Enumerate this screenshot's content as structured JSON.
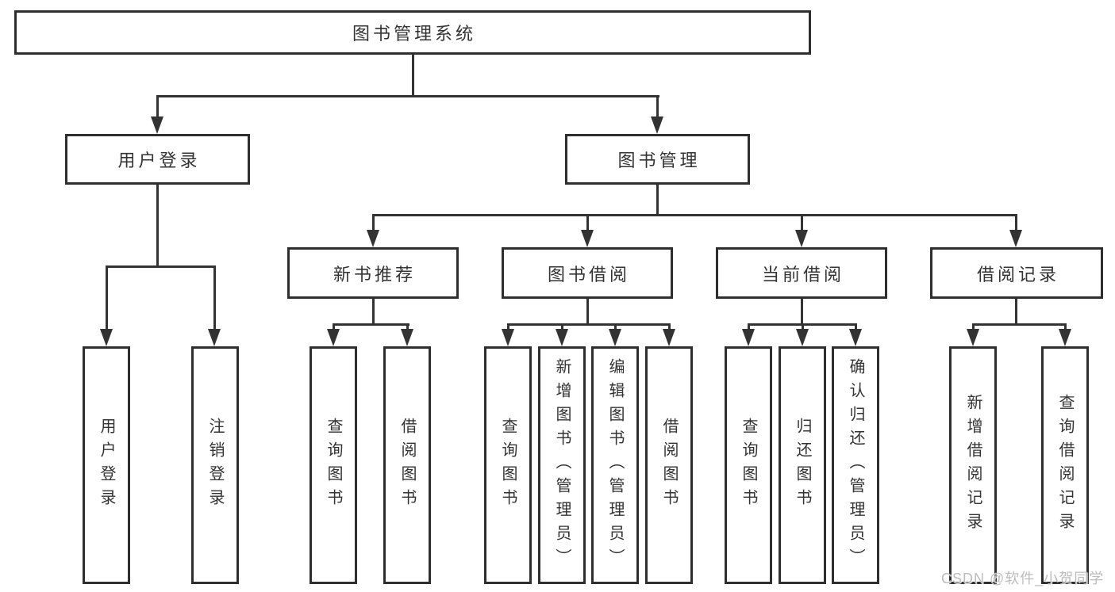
{
  "diagram": {
    "root": {
      "label": "图书管理系统"
    },
    "level2": [
      {
        "label": "用户登录"
      },
      {
        "label": "图书管理"
      }
    ],
    "level3": [
      {
        "label": "新书推荐"
      },
      {
        "label": "图书借阅"
      },
      {
        "label": "当前借阅"
      },
      {
        "label": "借阅记录"
      }
    ],
    "leaves": {
      "user_login": [
        {
          "label": "用户登录"
        },
        {
          "label": "注销登录"
        }
      ],
      "new_book": [
        {
          "label": "查询图书"
        },
        {
          "label": "借阅图书"
        }
      ],
      "book_borrow": [
        {
          "label": "查询图书"
        },
        {
          "label": "新增图书（管理员）"
        },
        {
          "label": "编辑图书（管理员）"
        },
        {
          "label": "借阅图书"
        }
      ],
      "current_borrow": [
        {
          "label": "查询图书"
        },
        {
          "label": "归还图书"
        },
        {
          "label": "确认归还（管理员）"
        }
      ],
      "borrow_record": [
        {
          "label": "新增借阅记录"
        },
        {
          "label": "查询借阅记录"
        }
      ]
    },
    "watermark": "CSDN @软件_小贺同学",
    "colors": {
      "line": "#333333",
      "box_border": "#2e2e2e",
      "text": "#333333",
      "watermark": "#bcbcbc",
      "background": "#ffffff"
    }
  }
}
